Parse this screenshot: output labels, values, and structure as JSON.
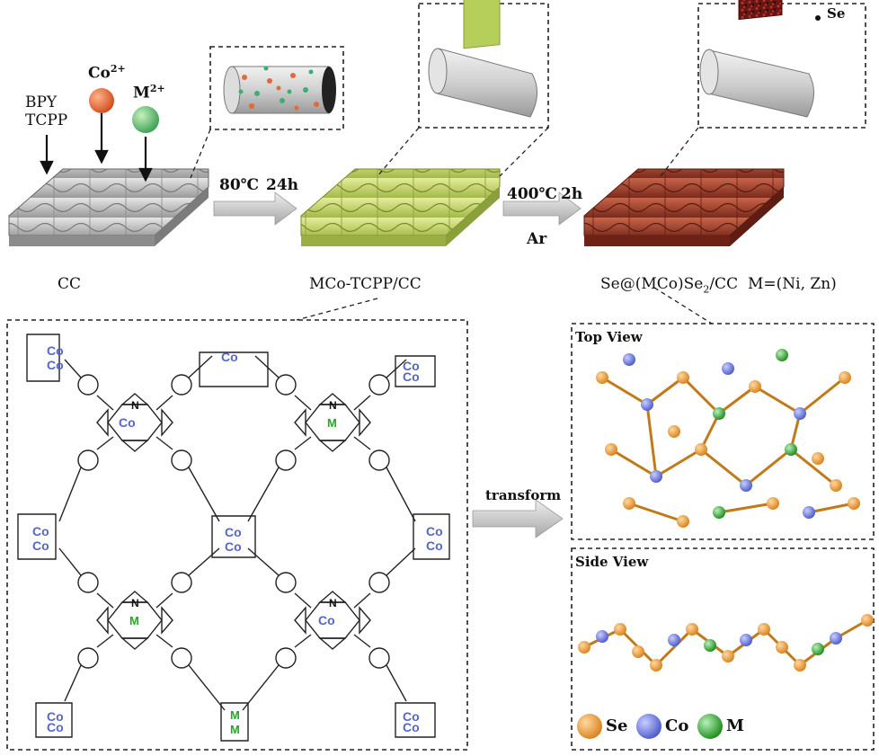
{
  "precursors": {
    "bpy": "BPY",
    "tcpp": "TCPP",
    "co_ion": "Co",
    "co_charge": "2+",
    "m_ion": "M",
    "m_charge": "2+"
  },
  "steps": {
    "step1_temp": "80℃",
    "step1_time": "24h",
    "step2_temp": "400℃",
    "step2_time": "2h",
    "step2_atm": "Ar",
    "transform": "transform"
  },
  "labels": {
    "cc": "CC",
    "mco_tcpp": "MCo-TCPP/CC",
    "product_a": "Se@(MCo)Se",
    "product_sub": "2",
    "product_b": "/CC",
    "m_def": "M=(Ni, Zn)",
    "se_marker": "Se"
  },
  "views": {
    "top": "Top  View",
    "side": "Side  View"
  },
  "legend": {
    "se": "Se",
    "co": "Co",
    "m": "M"
  },
  "molecule": {
    "co": "Co",
    "m": "M",
    "n": "N"
  },
  "colors": {
    "cloth_grey": "#b8b8b8",
    "cloth_green": "#c8d86a",
    "cloth_brown": "#a0402a",
    "se_orange": "#e89a2a",
    "co_blue": "#6a78e0",
    "m_green": "#2fb02f"
  }
}
